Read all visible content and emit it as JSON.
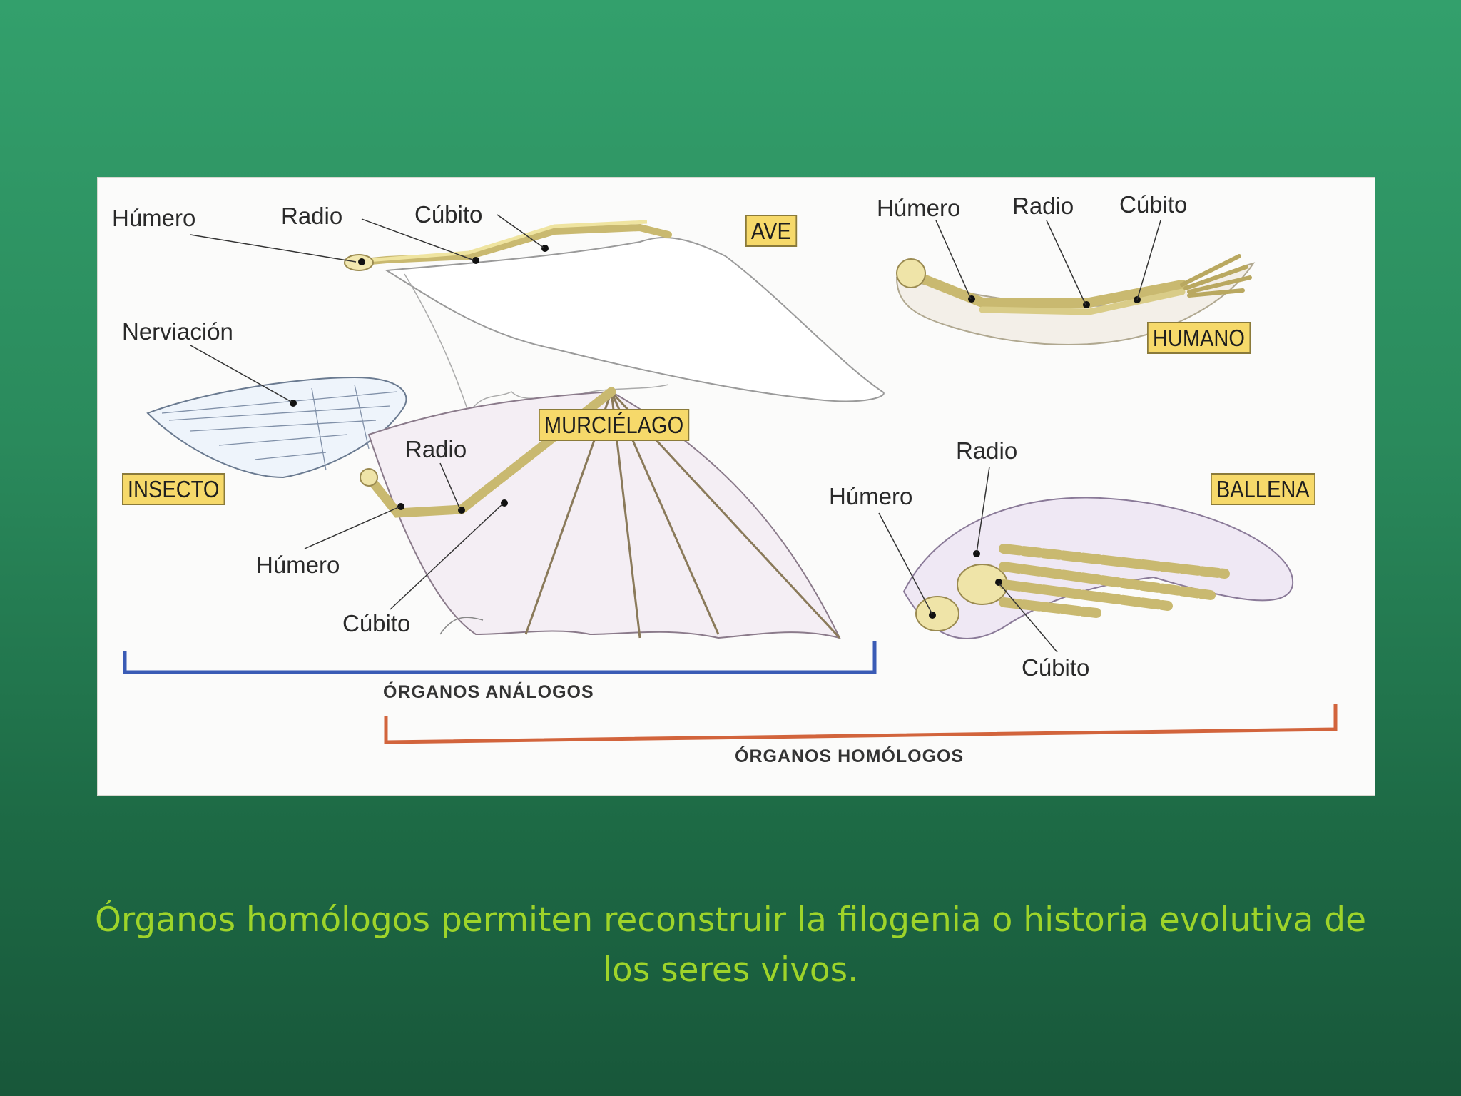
{
  "diagram": {
    "tags": {
      "ave": "AVE",
      "humano": "HUMANO",
      "insecto": "INSECTO",
      "murcielago": "MURCIÉLAGO",
      "ballena": "BALLENA"
    },
    "labels": {
      "ave_humero": "Húmero",
      "ave_radio": "Radio",
      "ave_cubito": "Cúbito",
      "humano_humero": "Húmero",
      "humano_radio": "Radio",
      "humano_cubito": "Cúbito",
      "insecto_nerviacion": "Nerviación",
      "murcielago_radio": "Radio",
      "murcielago_humero": "Húmero",
      "murcielago_cubito": "Cúbito",
      "ballena_radio": "Radio",
      "ballena_humero": "Húmero",
      "ballena_cubito": "Cúbito"
    },
    "brackets": {
      "analogos": "ÓRGANOS ANÁLOGOS",
      "homologos": "ÓRGANOS HOMÓLOGOS"
    },
    "colors": {
      "analogos_bracket": "#3a5bb5",
      "homologos_bracket": "#d2643c",
      "tag_fill": "#f6d96a",
      "caption": "#9ed42a"
    }
  },
  "caption": "Órganos homólogos permiten reconstruir la filogenia o historia evolutiva de los seres vivos."
}
